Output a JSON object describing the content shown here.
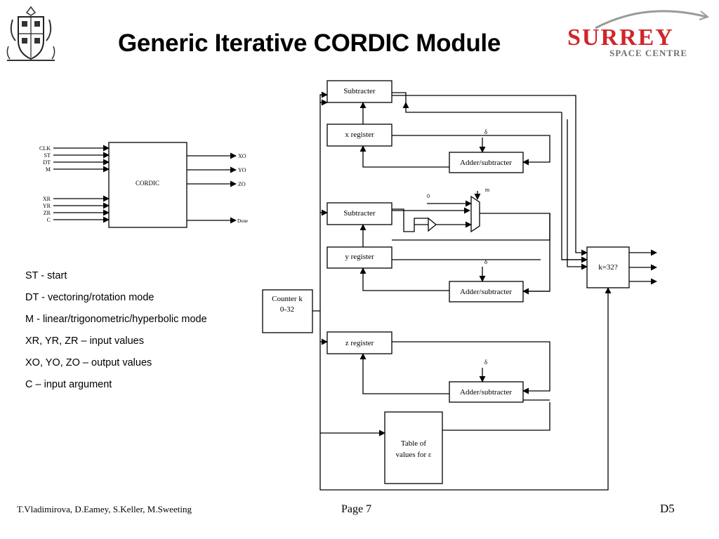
{
  "slide": {
    "title": "Generic Iterative CORDIC Module",
    "logo_text_top": "SURREY",
    "logo_text_bottom": "SPACE CENTRE",
    "colors": {
      "logo_red": "#d0262a",
      "logo_grey": "#6e6e6e",
      "line": "#000000"
    }
  },
  "cordic_block": {
    "label": "CORDIC",
    "inputs_top": [
      "CLK",
      "ST",
      "DT",
      "M"
    ],
    "inputs_bottom": [
      "XR",
      "YR",
      "ZR",
      "C"
    ],
    "outputs": [
      "XO",
      "YO",
      "ZO",
      "Done"
    ]
  },
  "legend": [
    "ST - start",
    "DT - vectoring/rotation mode",
    "M  -  linear/trigonometric/hyperbolic mode",
    "XR, YR, ZR – input values",
    "XO, YO, ZO – output values",
    "C – input argument"
  ],
  "datapath": {
    "subtracter_x": "Subtracter",
    "x_register": "x register",
    "adder_x": "Adder/subtracter",
    "delta_x": "δ",
    "zero": "0",
    "m": "m",
    "subtracter_y": "Subtracter",
    "y_register": "y register",
    "adder_y": "Adder/subtracter",
    "delta_y": "δ",
    "counter_line1": "Counter k",
    "counter_line2": "0-32",
    "z_register": "z register",
    "adder_z": "Adder/subtracter",
    "delta_z": "δ",
    "table_line1": "Table of",
    "table_line2": "values for ε",
    "compare": "k=32?"
  },
  "footer": {
    "authors": "T.Vladimirova, D.Eamey, S.Keller, M.Sweeting",
    "page": "Page 7",
    "code": "D5"
  }
}
